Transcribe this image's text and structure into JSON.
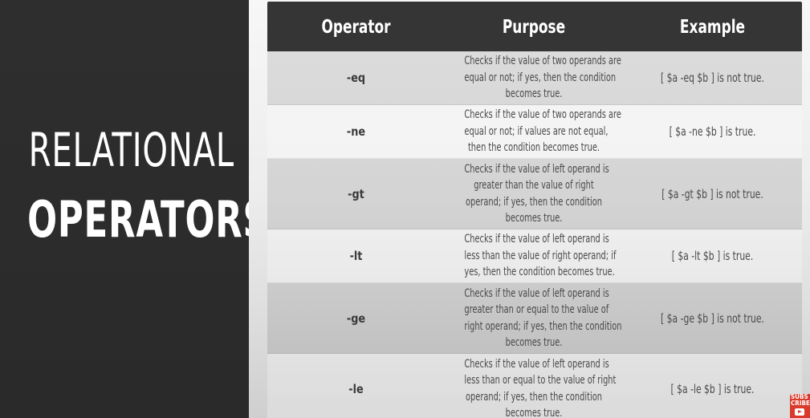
{
  "slide": {
    "title_line1": "RELATIONAL",
    "title_line2": "OPERATORS"
  },
  "table": {
    "headers": [
      "Operator",
      "Purpose",
      "Example"
    ],
    "rows": [
      {
        "operator": "-eq",
        "purpose": [
          "Checks if the value of two operands are",
          "equal or not; if yes, then the condition",
          "becomes true."
        ],
        "example": "[ $a -eq $b ] is not true."
      },
      {
        "operator": "-ne",
        "purpose": [
          "Checks if the value of two operands are",
          "equal or not; if values are not equal,",
          "then the condition becomes true."
        ],
        "example": "[ $a -ne $b ] is true."
      },
      {
        "operator": "-gt",
        "purpose": [
          "Checks if the value of left operand is",
          "greater than the value of right",
          "operand; if yes, then the condition",
          "becomes true."
        ],
        "example": "[ $a -gt $b ] is not true."
      },
      {
        "operator": "-lt",
        "purpose": [
          "Checks if the value of left operand is",
          "less than the value of right operand; if",
          "yes, then the condition becomes true."
        ],
        "example": "[ $a -lt $b ] is true."
      },
      {
        "operator": "-ge",
        "purpose": [
          "Checks if the value of left operand is",
          "greater than or equal to the value of",
          "right operand; if yes, then the condition",
          "becomes true."
        ],
        "example": "[ $a -ge $b ] is not true."
      },
      {
        "operator": "-le",
        "purpose": [
          "Checks if the value of left operand is",
          "less than or equal to the value of right",
          "operand; if yes, then the condition",
          "becomes true."
        ],
        "example": "[ $a -le $b ] is true."
      }
    ]
  },
  "subscribe_badge": {
    "lines": [
      "SUBS",
      "CRIBE"
    ],
    "icon": "play-icon",
    "color": "#d93a2b"
  },
  "colors": {
    "header_bg": "#353535",
    "left_panel_bg": "#2b2b2b",
    "title_text": "#ffffff"
  }
}
